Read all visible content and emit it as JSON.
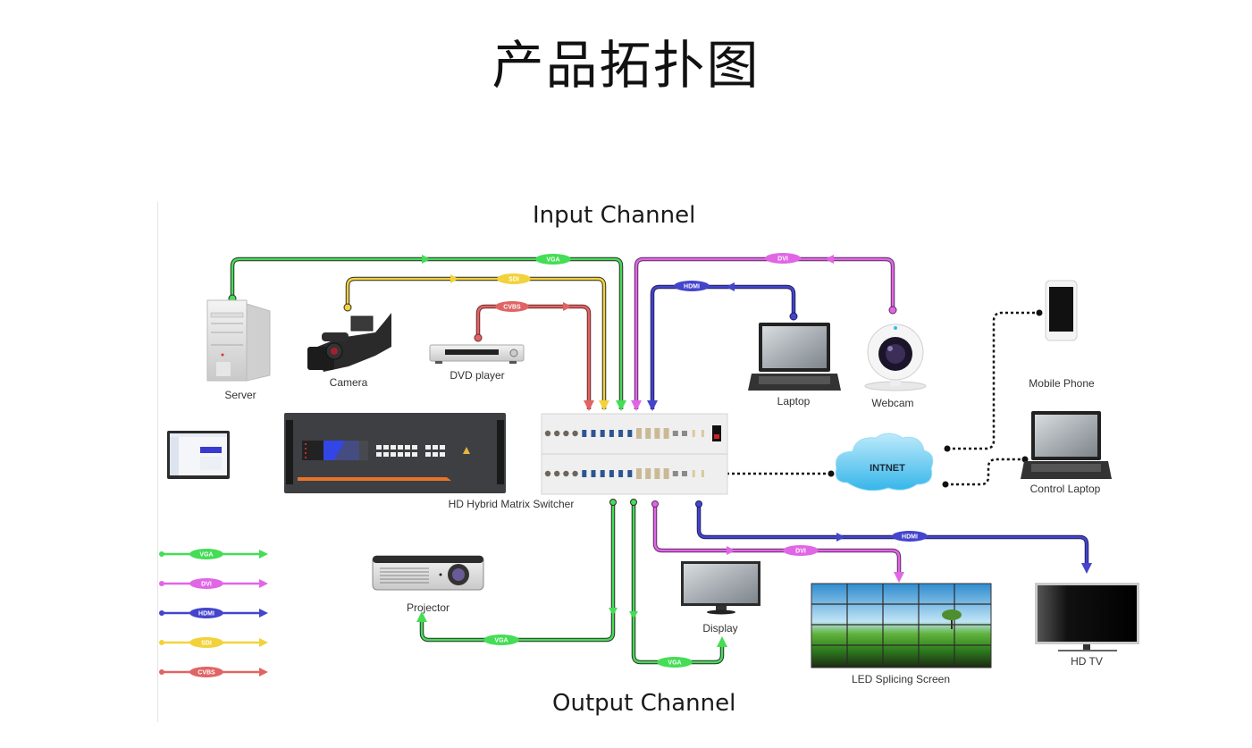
{
  "page": {
    "title": "产品拓扑图"
  },
  "sections": {
    "input_title": "Input Channel",
    "output_title": "Output Channel"
  },
  "colors": {
    "vga": "#44dd55",
    "dvi": "#e066e6",
    "hdmi": "#4444cc",
    "sdi": "#f2d23a",
    "cvbs": "#e06464",
    "network": "#111111",
    "cloud": "#5bc8ef"
  },
  "devices": {
    "server": "Server",
    "camera": "Camera",
    "dvd_player": "DVD player",
    "laptop": "Laptop",
    "webcam": "Webcam",
    "mobile_phone": "Mobile Phone",
    "control_laptop": "Control Laptop",
    "switcher": "HD Hybrid Matrix Switcher",
    "cloud": "INTNET",
    "projector": "Projector",
    "display": "Display",
    "led_screen": "LED Splicing Screen",
    "hdtv": "HD TV"
  },
  "connections": {
    "server_vga": "VGA",
    "camera_sdi": "SDI",
    "dvd_cvbs": "CVBS",
    "webcam_dvi": "DVI",
    "laptop_hdmi": "HDMI",
    "projector_vga": "VGA",
    "display_vga": "VGA",
    "led_dvi": "DVI",
    "hdtv_hdmi": "HDMI"
  },
  "legend": [
    {
      "label": "VGA",
      "key": "vga"
    },
    {
      "label": "DVI",
      "key": "dvi"
    },
    {
      "label": "HDMI",
      "key": "hdmi"
    },
    {
      "label": "SDI",
      "key": "sdi"
    },
    {
      "label": "CVBS",
      "key": "cvbs"
    }
  ]
}
